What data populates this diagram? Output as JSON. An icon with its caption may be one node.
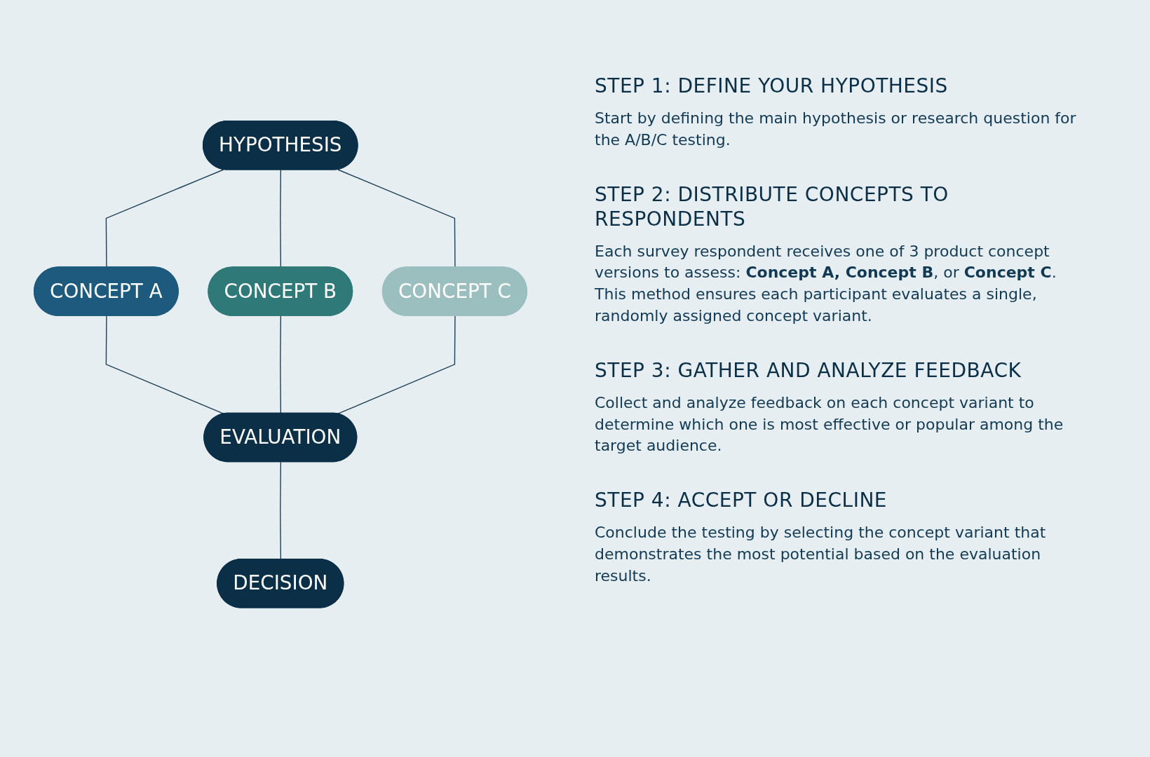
{
  "diagram": {
    "nodes": [
      {
        "text": [
          "HYPOTHESIS"
        ]
      },
      {
        "text": [
          "CONCEPT A"
        ]
      },
      {
        "text": [
          "CONCEPT B"
        ]
      },
      {
        "text": [
          "CONCEPT C"
        ]
      },
      {
        "text": [
          "EVALUATION"
        ]
      },
      {
        "text": [
          "DECISION"
        ]
      }
    ],
    "edges": [
      {
        "from": 0,
        "to": 1,
        "arrow": "none"
      },
      {
        "from": 0,
        "to": 2,
        "arrow": "none"
      },
      {
        "from": 0,
        "to": 3,
        "arrow": "none"
      },
      {
        "from": 1,
        "to": 4,
        "arrow": "none"
      },
      {
        "from": 2,
        "to": 4,
        "arrow": "none"
      },
      {
        "from": 3,
        "to": 4,
        "arrow": "none"
      },
      {
        "from": 4,
        "to": 5,
        "arrow": "none"
      }
    ],
    "labels": [
      "STEP 1: DEFINE YOUR HYPOTHESIS",
      "Start by defining the main hypothesis or research question for the A/B/C testing.",
      "STEP 2: DISTRIBUTE CONCEPTS TO RESPONDENTS",
      "Each survey respondent receives one of 3 product concept versions to assess: **Concept A, Concept B**, or **Concept C**. This method ensures each participant evaluates a single, randomly assigned concept variant.",
      "STEP 3: GATHER AND ANALYZE FEEDBACK",
      "Collect and analyze feedback on each concept variant to determine which one is most effective or popular among the target audience.",
      "STEP 4: ACCEPT OR DECLINE",
      "Conclude the testing by selecting the concept variant that demonstrates the most potential based on the evaluation results."
    ]
  }
}
